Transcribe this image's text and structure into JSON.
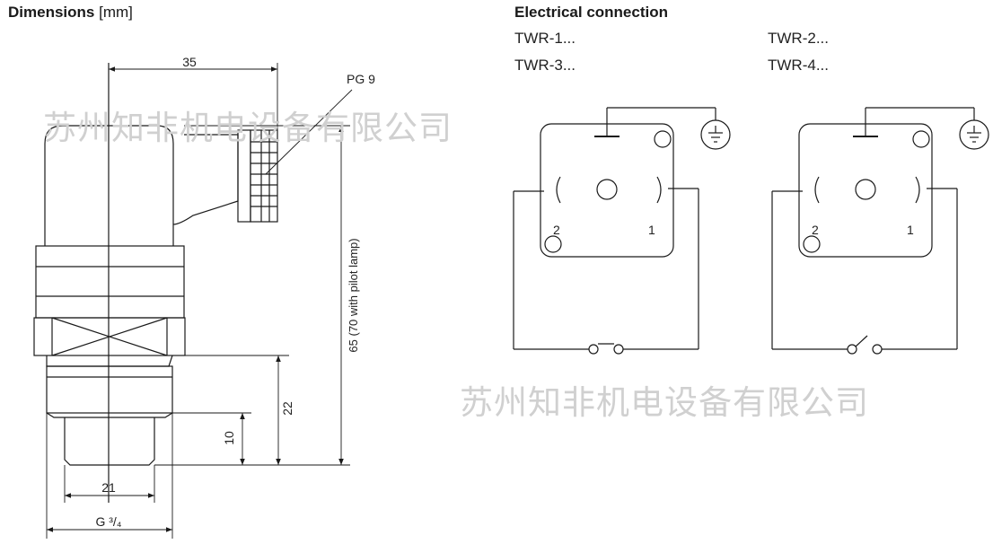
{
  "dimensions_heading": {
    "bold": "Dimensions",
    "unit": "[mm]"
  },
  "electrical_heading": "Electrical connection",
  "models": [
    "TWR-1...",
    "TWR-2...",
    "TWR-3...",
    "TWR-4..."
  ],
  "dims": {
    "d35": "35",
    "pg9": "PG 9",
    "d65": "65 (70 with pilot lamp)",
    "d22": "22",
    "d10": "10",
    "d21": "21",
    "thread": "G ³/₄"
  },
  "wiring": {
    "left": {
      "pin2": "2",
      "pin1": "1",
      "contact": "normally closed"
    },
    "right": {
      "pin2": "2",
      "pin1": "1",
      "contact": "normally open"
    }
  },
  "watermark": "苏州知非机电设备有限公司",
  "colors": {
    "line": "#1a1a1a",
    "watermark": "#d0d0d0"
  }
}
